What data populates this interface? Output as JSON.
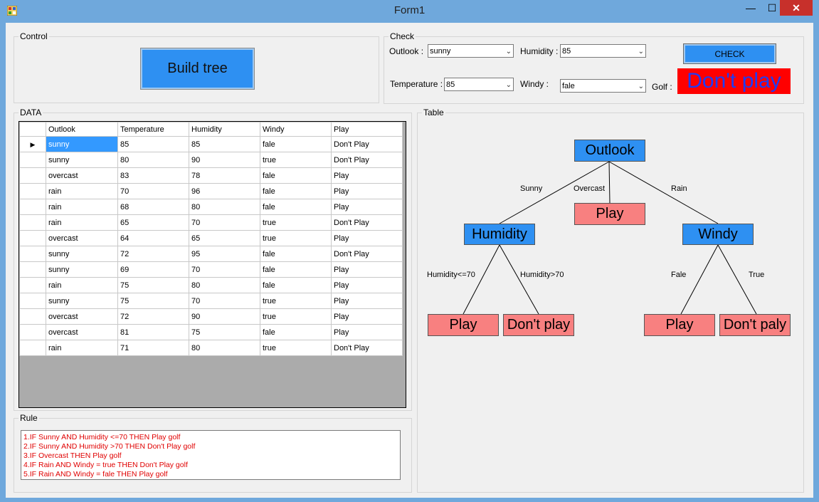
{
  "window": {
    "title": "Form1",
    "minimize": "—",
    "maximize": "☐",
    "close": "✕"
  },
  "control": {
    "group_label": "Control",
    "build_label": "Build tree"
  },
  "check": {
    "group_label": "Check",
    "outlook_label": "Outlook :",
    "outlook_value": "sunny",
    "humidity_label": "Humidity :",
    "humidity_value": "85",
    "temperature_label": "Temperature :",
    "temperature_value": "85",
    "windy_label": "Windy :",
    "windy_value": "fale",
    "golf_label": "Golf :",
    "check_button": "CHECK",
    "result": "Don't play"
  },
  "data": {
    "group_label": "DATA",
    "columns": [
      "Outlook",
      "Temperature",
      "Humidity",
      "Windy",
      "Play"
    ],
    "row_indicator": "▶",
    "rows": [
      [
        "sunny",
        "85",
        "85",
        "fale",
        "Don't Play"
      ],
      [
        "sunny",
        "80",
        "90",
        "true",
        "Don't Play"
      ],
      [
        "overcast",
        "83",
        "78",
        "fale",
        "Play"
      ],
      [
        "rain",
        "70",
        "96",
        "fale",
        "Play"
      ],
      [
        "rain",
        "68",
        "80",
        "fale",
        "Play"
      ],
      [
        "rain",
        "65",
        "70",
        "true",
        "Don't Play"
      ],
      [
        "overcast",
        "64",
        "65",
        "true",
        "Play"
      ],
      [
        "sunny",
        "72",
        "95",
        "fale",
        "Don't Play"
      ],
      [
        "sunny",
        "69",
        "70",
        "fale",
        "Play"
      ],
      [
        "rain",
        "75",
        "80",
        "fale",
        "Play"
      ],
      [
        "sunny",
        "75",
        "70",
        "true",
        "Play"
      ],
      [
        "overcast",
        "72",
        "90",
        "true",
        "Play"
      ],
      [
        "overcast",
        "81",
        "75",
        "fale",
        "Play"
      ],
      [
        "rain",
        "71",
        "80",
        "true",
        "Don't Play"
      ]
    ]
  },
  "rule": {
    "group_label": "Rule",
    "lines": [
      "1.IF Sunny AND Humidity <=70 THEN Play golf",
      "2.IF Sunny AND Humidity >70 THEN Don't Play golf",
      "3.IF Overcast THEN Play golf",
      "4.IF Rain AND Windy = true THEN Don't Play golf",
      "5.IF Rain AND Windy = fale THEN Play golf"
    ]
  },
  "tree": {
    "group_label": "Table",
    "nodes": {
      "outlook": "Outlook",
      "humidity": "Humidity",
      "windy": "Windy",
      "play_overcast": "Play",
      "play_low_humidity": "Play",
      "dont_play_high_humidity": "Don't play",
      "play_not_windy": "Play",
      "dont_play_windy": "Don't paly"
    },
    "edges": {
      "sunny": "Sunny",
      "overcast": "Overcast",
      "rain": "Rain",
      "humidity_low": "Humidity<=70",
      "humidity_high": "Humidity>70",
      "fale": "Fale",
      "true": "True"
    },
    "colors": {
      "decision": "#2e90f2",
      "leaf": "#f88080"
    }
  }
}
